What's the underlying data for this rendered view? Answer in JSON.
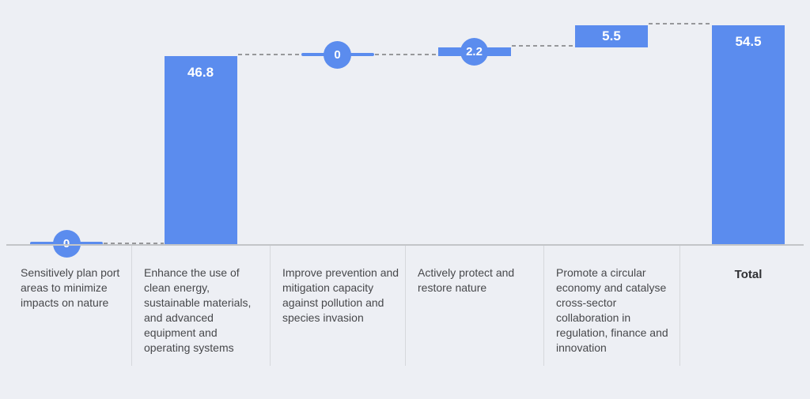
{
  "chart_data": {
    "type": "bar",
    "subtype": "waterfall",
    "title": "",
    "xlabel": "",
    "ylabel": "",
    "ylim": [
      0,
      54.5
    ],
    "grid": false,
    "legend": null,
    "categories": [
      "Sensitively plan port areas to minimize impacts on nature",
      "Enhance the use of clean energy, sustainable materials, and advanced equipment and operating systems",
      "Improve prevention and mitigation capacity against pollution and species invasion",
      "Actively protect and restore nature",
      "Promote a circular economy and catalyse cross-sector collaboration in regulation, finance and innovation",
      "Total"
    ],
    "steps": [
      {
        "label": "Sensitively plan port areas to minimize impacts on nature",
        "value": 0,
        "display": "0",
        "style": "zero-marker"
      },
      {
        "label": "Enhance the use of clean energy, sustainable materials, and advanced equipment and operating systems",
        "value": 46.8,
        "display": "46.8",
        "style": "bar"
      },
      {
        "label": "Improve prevention and mitigation capacity against pollution and species invasion",
        "value": 0,
        "display": "0",
        "style": "zero-marker"
      },
      {
        "label": "Actively protect and restore nature",
        "value": 2.2,
        "display": "2.2",
        "style": "float-bar-circle"
      },
      {
        "label": "Promote a circular economy and catalyse cross-sector collaboration in regulation, finance and innovation",
        "value": 5.5,
        "display": "5.5",
        "style": "float-bar"
      },
      {
        "label": "Total",
        "value": 54.5,
        "display": "54.5",
        "style": "total"
      }
    ],
    "colors": {
      "bar": "#5b8cee",
      "value_label": "#ffffff",
      "category_label": "#47484b",
      "total_label": "#303134",
      "connector": "#97989b",
      "baseline": "#c3c5c8",
      "divider": "#d6d8dc",
      "background": "#edeff4"
    }
  }
}
